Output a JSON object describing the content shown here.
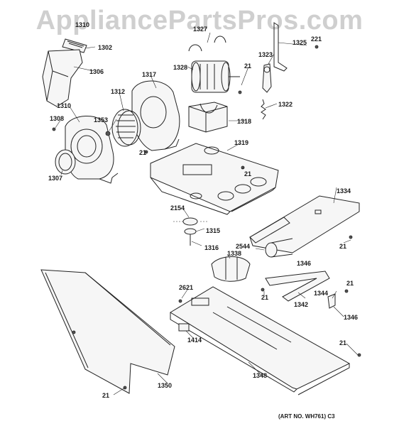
{
  "watermark": "AppliancePartsPros.com",
  "art_number": "(ART NO. WH761) C3",
  "part_labels": {
    "p1310a": "1310",
    "p1302": "1302",
    "p1306": "1306",
    "p1327": "1327",
    "p1325": "1325",
    "p221": "221",
    "p1323": "1323",
    "p1328": "1328",
    "p21a": "21",
    "p1317": "1317",
    "p1312": "1312",
    "p1310b": "1310",
    "p1308": "1308",
    "p1353": "1353",
    "p1318": "1318",
    "p1322": "1322",
    "p21b": "21",
    "p1319": "1319",
    "p21c": "21",
    "p1307": "1307",
    "p1334": "1334",
    "p2154": "2154",
    "p1315": "1315",
    "p1316": "1316",
    "p2544": "2544",
    "p21d": "21",
    "p1338": "1338",
    "p1346a": "1346",
    "p2621": "2621",
    "p21e": "21",
    "p21f": "21",
    "p1344": "1344",
    "p1342": "1342",
    "p1346b": "1346",
    "p1414": "1414",
    "p21g": "21",
    "p1348": "1348",
    "p1350": "1350",
    "p21h": "21"
  }
}
